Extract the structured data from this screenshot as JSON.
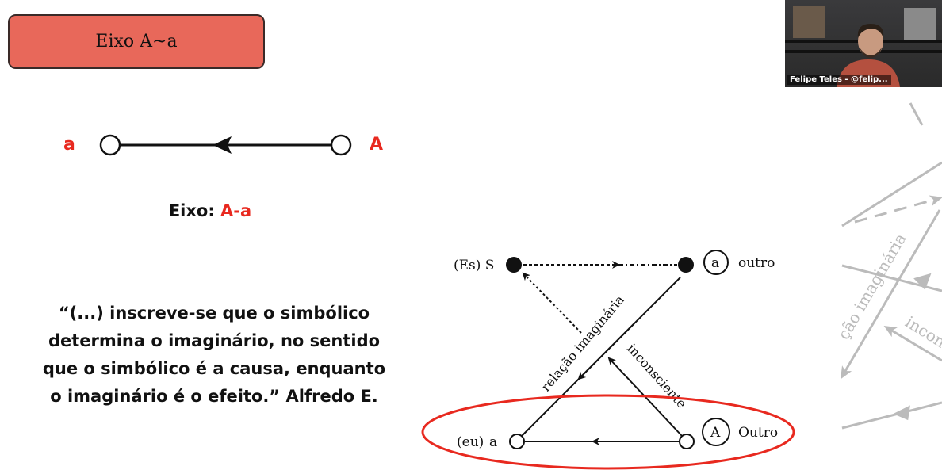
{
  "slide": {
    "title": "Eixo A~a",
    "axis_diagram": {
      "left_label": "a",
      "right_label": "A"
    },
    "axis_caption": {
      "prefix": "Eixo: ",
      "value": "A-a"
    },
    "quote_lines": [
      "“(...) inscreve-se que o simbólico",
      "determina o imaginário, no sentido",
      "que o simbólico é a causa, enquanto",
      "o imaginário é o efeito.” Alfredo E."
    ],
    "schema_l": {
      "es_s": "(Es) S",
      "a_circle": "a",
      "outro": "outro",
      "eu_a": "(eu)",
      "eu_a_suffix": "a",
      "A_circle": "A",
      "Outro": "Outro",
      "relacao": "relação imaginária",
      "inconsciente": "inconsciente"
    },
    "accent_color": "#e8291f"
  },
  "video": {
    "participant_name": "Felipe Teles - @felip..."
  },
  "side_preview": {
    "text1": "ção imaginária",
    "text2": "incon"
  }
}
